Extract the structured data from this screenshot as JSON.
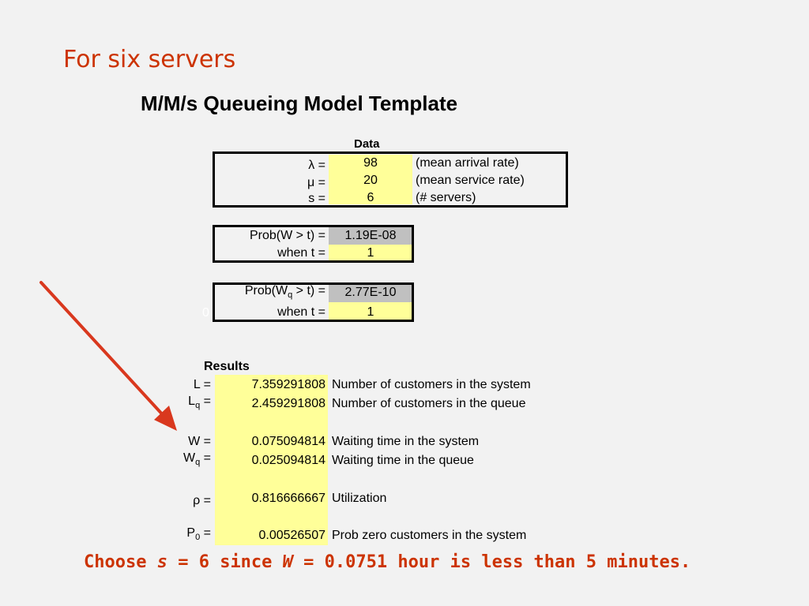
{
  "heading": "For six servers",
  "title": "M/M/s Queueing Model Template",
  "data_section": {
    "header": "Data",
    "rows": [
      {
        "label": "λ =",
        "value": "98",
        "desc": "(mean arrival rate)"
      },
      {
        "label": "μ =",
        "value": "20",
        "desc": "(mean service rate)"
      },
      {
        "label": "s =",
        "value": "6",
        "desc": "(# servers)"
      }
    ]
  },
  "prob_w": {
    "label": "Prob(W > t) =",
    "value": "1.19E-08",
    "when_label": "when t =",
    "when_value": "1"
  },
  "prob_wq": {
    "label_pre": "Prob(W",
    "label_sub": "q",
    "label_post": " > t) =",
    "value": "2.77E-10",
    "when_label": "when t =",
    "when_value": "1",
    "stray": "0"
  },
  "results": {
    "header": "Results",
    "L": {
      "label": "L =",
      "value": "7.359291808",
      "desc": "Number of customers in the system"
    },
    "Lq": {
      "label_pre": "L",
      "label_sub": "q",
      "label_post": " =",
      "value": "2.459291808",
      "desc": "Number of customers in the queue"
    },
    "W": {
      "label": "W =",
      "value": "0.075094814",
      "desc": "Waiting time in the system"
    },
    "Wq": {
      "label_pre": "W",
      "label_sub": "q",
      "label_post": " =",
      "value": "0.025094814",
      "desc": "Waiting time in the queue"
    },
    "rho": {
      "label": "ρ =",
      "value": "0.816666667",
      "desc": "Utilization"
    },
    "P0": {
      "label_pre": "P",
      "label_sub": "0",
      "label_post": " =",
      "value": "0.00526507",
      "desc": "Prob zero customers in the system"
    }
  },
  "conclusion": {
    "part1": "Choose ",
    "s_var": "s",
    "part2": " = 6 since ",
    "w_var": "W",
    "part3": " = 0.0751 hour is less than 5 minutes."
  },
  "colors": {
    "accent": "#cc3300",
    "input_fill": "#ffff99",
    "output_fill": "#c0c0c0",
    "arrow": "#d9381e"
  }
}
